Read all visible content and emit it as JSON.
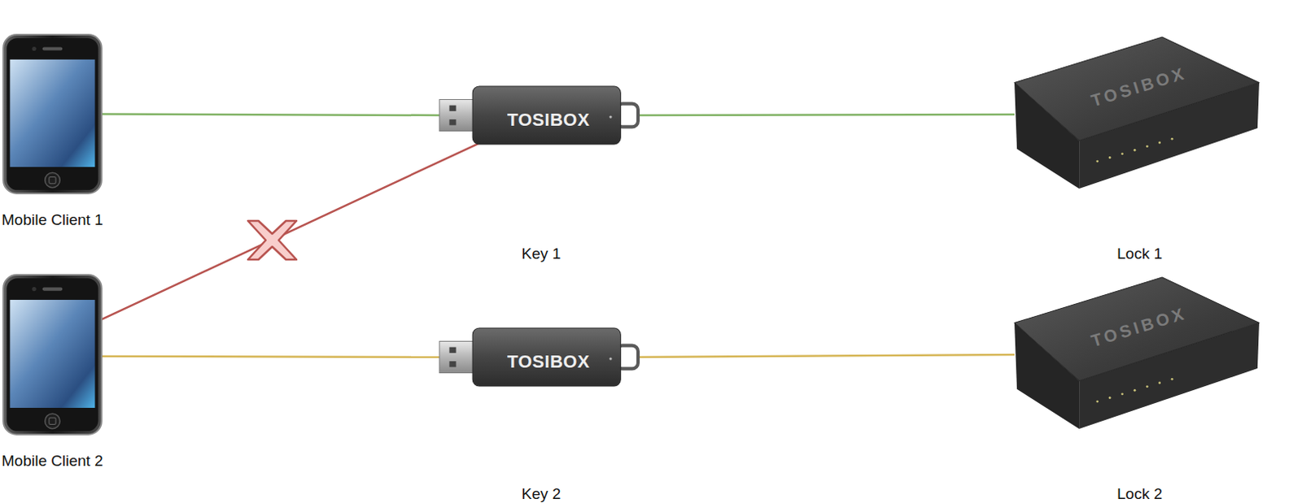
{
  "diagram": {
    "nodes": [
      {
        "text": [
          "Mobile Client 1"
        ]
      },
      {
        "text": [
          "TOSIBOX",
          "Key 1"
        ]
      },
      {
        "text": [
          "TOSIBOX",
          "Lock 1"
        ]
      },
      {
        "text": [
          "Mobile Client 2"
        ]
      },
      {
        "text": [
          "TOSIBOX",
          "Key 2"
        ]
      },
      {
        "text": [
          "TOSIBOX",
          "Lock 2"
        ]
      }
    ],
    "edges": [
      {
        "from": 0,
        "to": 1,
        "arrow": "none"
      },
      {
        "from": 1,
        "to": 2,
        "arrow": "none"
      },
      {
        "from": 3,
        "to": 1,
        "arrow": "none"
      },
      {
        "from": 3,
        "to": 4,
        "arrow": "none"
      },
      {
        "from": 4,
        "to": 5,
        "arrow": "none"
      }
    ]
  }
}
